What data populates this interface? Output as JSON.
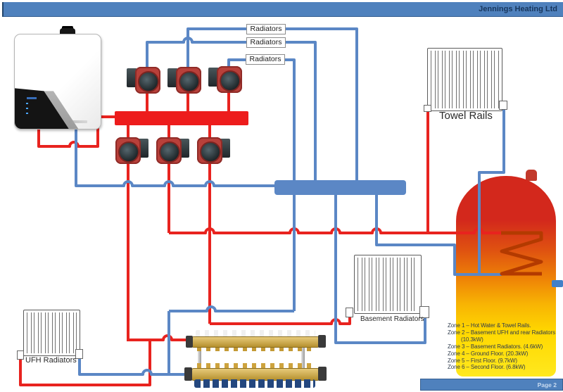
{
  "header": {
    "title": "Jennings Heating Ltd"
  },
  "footer": {
    "page_label": "Page 2"
  },
  "diagram": {
    "branch_label": "Radiators",
    "towel_rails_label": "Towel Rails",
    "basement_label": "Basement Radiators",
    "ufh_label": "UFH Radiators",
    "zones": [
      "Zone 1 – Hot Water & Towel Rails.",
      "Zone 2 – Basement UFH and rear Radiators",
      "(10.3kW)",
      "Zone 3 – Basement Radiators. (4.6kW)",
      "Zone 4 – Ground Floor. (20.3kW)",
      "Zone 5 – First Floor. (9.7kW)",
      "Zone 6 – Second Floor. (6.8kW)"
    ]
  },
  "colors": {
    "flow_pipe_red": "#e8231f",
    "return_pipe_blue": "#5b87c5",
    "header_bar_blue": "#4f81bd",
    "title_text_navy": "#17365d",
    "cylinder_hot_red": "#d3281c",
    "cylinder_warm_yellow": "#ffe100",
    "coil_dark_red": "#b33a00",
    "ufh_manifold_brass": "#c9a24b"
  }
}
